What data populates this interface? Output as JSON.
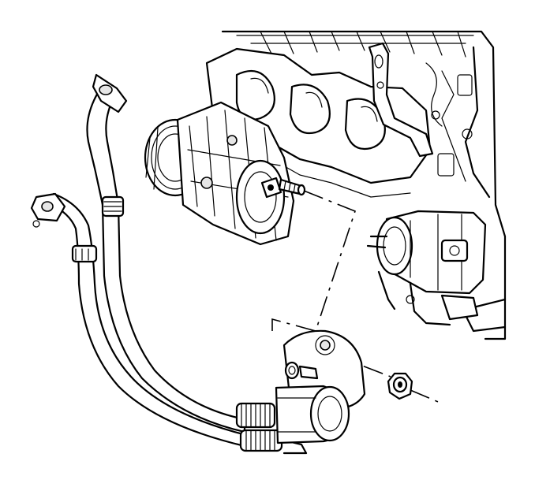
{
  "figure": {
    "palette": {
      "line": "#000000",
      "fill": "#ffffff",
      "shade": "#e6e6e6"
    },
    "parts": [
      "engine-block",
      "exhaust-manifold",
      "ac-compressor",
      "compressor-stud",
      "refrigerant-hose-assembly",
      "hose-manifold-block",
      "retaining-nut",
      "starter-motor"
    ]
  }
}
